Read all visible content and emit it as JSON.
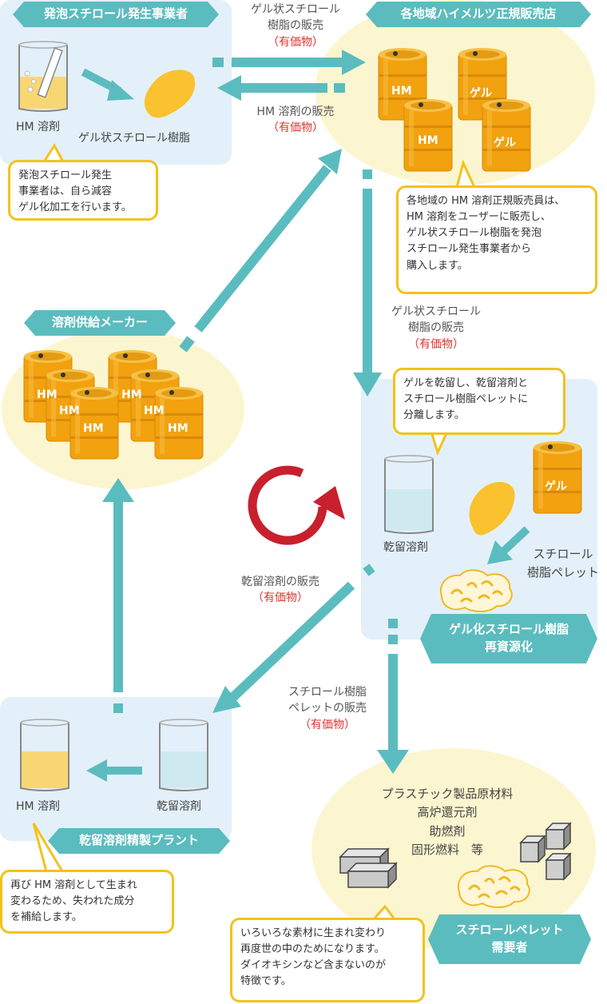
{
  "actors": {
    "foam_producer": "発泡スチロール発生事業者",
    "retailer": "各地域ハイメルツ正規販売店",
    "solvent_maker": "溶剤供給メーカー",
    "recycle_plant": "ゲル化スチロール樹脂\n再資源化",
    "refinery": "乾留溶剤精製プラント",
    "pellet_buyer": "スチロールペレット\n需要者"
  },
  "flows": {
    "gel_sale_top": "ゲル状スチロール\n樹脂の販売",
    "hm_sale": "HM 溶剤の販売",
    "gel_sale_mid": "ゲル状スチロール\n樹脂の販売",
    "dry_sale": "乾留溶剤の販売",
    "pellet_sale": "スチロール樹脂\nペレットの販売",
    "valuable": "（有価物）"
  },
  "labels": {
    "hm_solvent": "HM 溶剤",
    "gel_resin": "ゲル状スチロール樹脂",
    "dry_solvent": "乾留溶剤",
    "styrol_pellet": "スチロール\n樹脂ペレット",
    "drum_hm": "HM",
    "drum_gel": "ゲル",
    "products": "プラスチック製品原材料\n高炉還元剤\n助燃剤\n固形燃料　等"
  },
  "notes": {
    "producer": "発泡スチロール発生\n事業者は、自ら減容\nゲル化加工を行います。",
    "retailer": "各地域の HM 溶剤正規販売員は、\nHM 溶剤をユーザーに販売し、\nゲル状スチロール樹脂を発泡\nスチロール発生事業者から\n購入します。",
    "plant": "ゲルを乾留し、乾留溶剤と\nスチロール樹脂ペレットに\n分離します。",
    "refinery": "再び HM 溶剤として生まれ\n変わるため、失われた成分\nを補給します。",
    "pellet": "いろいろな素材に生まれ変わり\n再度世の中のためになります。\nダイオキシンなど含まないのが\n特徴です。"
  },
  "colors": {
    "arrow": "#5bbcbf",
    "drum": "#f2a10f",
    "gel": "#f9c22e",
    "cycle": "#c8202c",
    "valuable": "#e0332f",
    "note_border": "#f2c21b"
  }
}
